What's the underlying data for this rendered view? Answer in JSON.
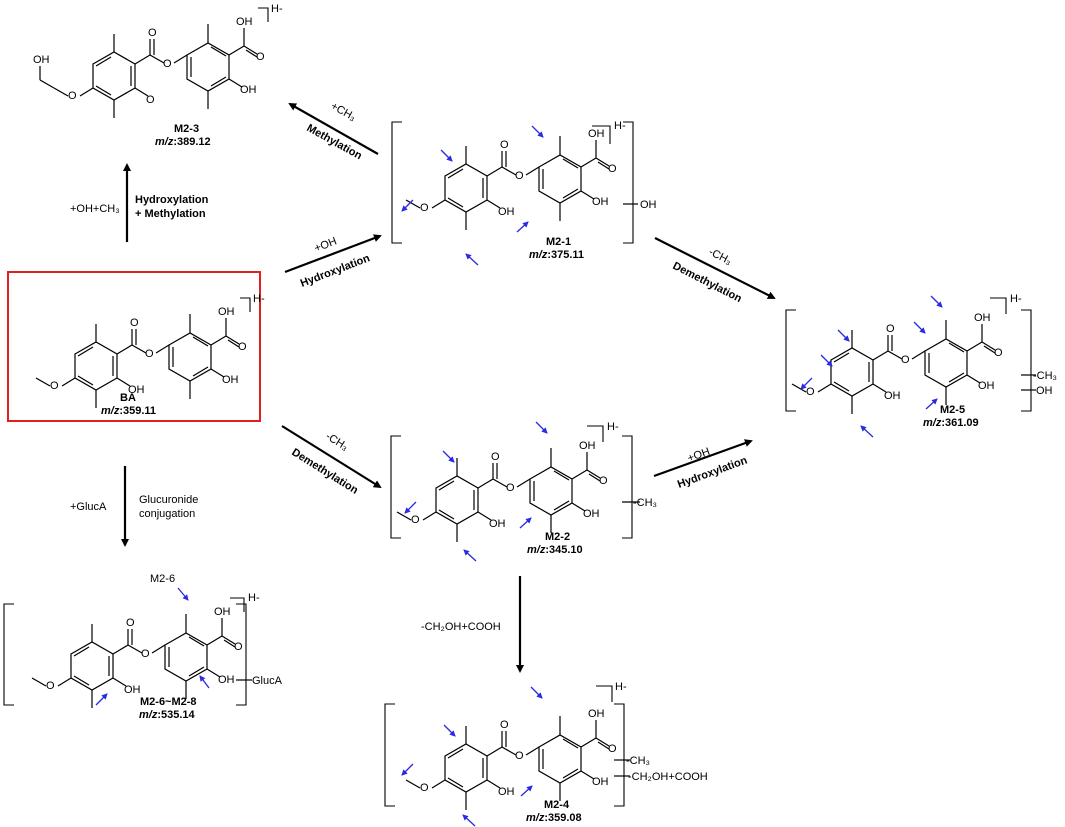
{
  "colors": {
    "highlight_box": "#e02020",
    "site_arrow": "#2a2ae0",
    "ink": "#000000"
  },
  "atoms": {
    "oh": "OH",
    "o": "O",
    "charge": "H-"
  },
  "compounds": {
    "ba": {
      "name": "BA",
      "mz_prefix": "m/z",
      "mz_value": ":359.11"
    },
    "m2_1": {
      "name": "M2-1",
      "mz_prefix": "m/z",
      "mz_value": ":375.11",
      "mod": "OH"
    },
    "m2_2": {
      "name": "M2-2",
      "mz_prefix": "m/z",
      "mz_value": ":345.10",
      "mod": "-CH₃"
    },
    "m2_3": {
      "name": "M2-3",
      "mz_prefix": "m/z",
      "mz_value": ":389.12"
    },
    "m2_4": {
      "name": "M2-4",
      "mz_prefix": "m/z",
      "mz_value": ":359.08",
      "mod1": "-CH₃",
      "mod2": "-CH₂OH+COOH"
    },
    "m2_5": {
      "name": "M2-5",
      "mz_prefix": "m/z",
      "mz_value": ":361.09",
      "mod1": "-CH₃",
      "mod2": "OH"
    },
    "m2_6": {
      "name": "M2-6~M2-8",
      "mz_prefix": "m/z",
      "mz_value": ":535.14",
      "mod": "GlucA",
      "site": "M2-6"
    }
  },
  "reactions": {
    "to_m2_3": {
      "reagent": "+OH+CH₃",
      "name_line1": "Hydroxylation",
      "name_line2": "+ Methylation"
    },
    "m2_1_to_m2_3": {
      "reagent": "+CH₃",
      "name": "Methylation"
    },
    "ba_to_m2_1": {
      "reagent": "+OH",
      "name": "Hydroxylation"
    },
    "m2_1_to_m2_5": {
      "reagent": "-CH₃",
      "name": "Demethylation"
    },
    "ba_to_m2_2": {
      "reagent": "-CH₃",
      "name": "Demethylation"
    },
    "m2_2_to_m2_5": {
      "reagent": "+OH",
      "name": "Hydroxylation"
    },
    "ba_to_m2_6": {
      "reagent": "+GlucA",
      "name_line1": "Glucuronide",
      "name_line2": "conjugation"
    },
    "m2_2_to_m2_4": {
      "reagent": "-CH₂OH+COOH"
    }
  }
}
